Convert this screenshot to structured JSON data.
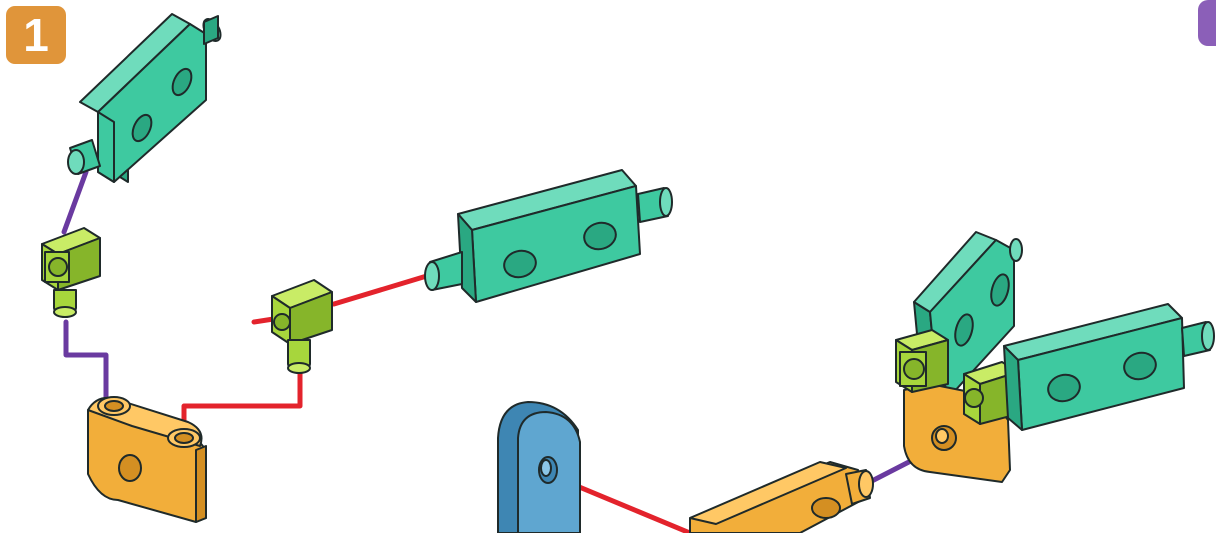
{
  "step": {
    "number": "1"
  },
  "colors": {
    "background": "#ffffff",
    "badge": "#e0953a",
    "next_tab": "#8b5fb8",
    "connector_green": "#3ec9a0",
    "cube_lime": "#a7d63c",
    "pivot_orange": "#f2ae3a",
    "arm_blue": "#5fa6d0",
    "line_red": "#e3232c",
    "line_purple": "#6a3aa0",
    "outline": "#1f2a2a"
  },
  "parts": [
    {
      "kind": "green-connector",
      "name": "green-connector-top-left"
    },
    {
      "kind": "lime-cube",
      "name": "lime-cube-left"
    },
    {
      "kind": "orange-pivot",
      "name": "orange-pivot-left"
    },
    {
      "kind": "lime-cube",
      "name": "lime-cube-middle"
    },
    {
      "kind": "green-connector",
      "name": "green-connector-middle"
    },
    {
      "kind": "blue-arm",
      "name": "blue-arm"
    },
    {
      "kind": "orange-pivot",
      "name": "orange-bar-bottom"
    },
    {
      "kind": "assembly",
      "name": "assembled-group-right"
    }
  ]
}
